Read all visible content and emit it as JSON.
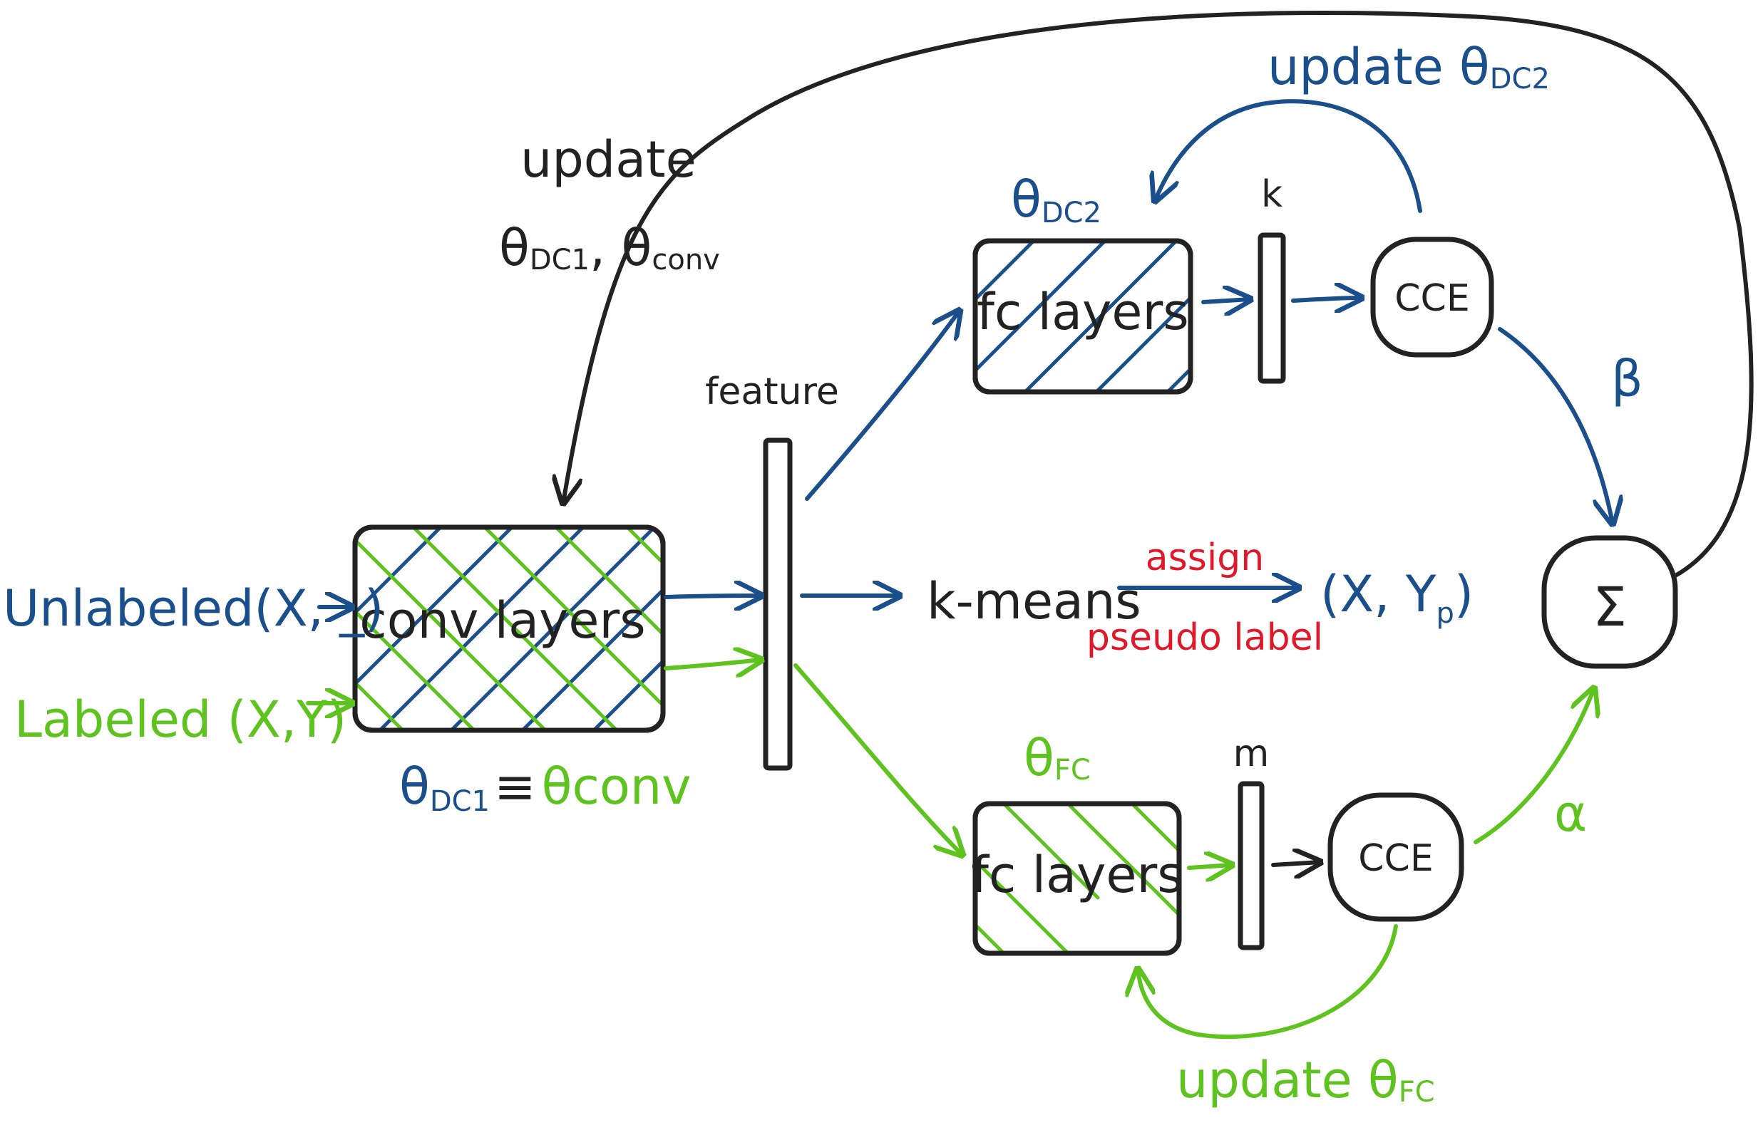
{
  "colors": {
    "ink": "#222222",
    "blue": "#1a4f8c",
    "green": "#5ec21f",
    "red": "#e0192a"
  },
  "inputs": {
    "unlabeled": "Unlabeled(X, _)",
    "labeled": "Labeled (X,Y)"
  },
  "nodes": {
    "conv": "conv layers",
    "feature": "feature",
    "fc_top": "fc layers",
    "fc_bottom": "fc layers",
    "k_label": "k",
    "m_label": "m",
    "cce_top": "CCE",
    "cce_bottom": "CCE",
    "sum": "Σ",
    "kmeans": "k-means",
    "output_pair": "(X, Y",
    "output_pair_sub": "p",
    "output_pair_close": ")"
  },
  "params": {
    "theta": "θ",
    "dc1_sub": "DC1",
    "equiv": "≡",
    "conv_sub": "conv",
    "dc2_sub": "DC2",
    "fc_sub": "FC",
    "beta": "β",
    "alpha": "α"
  },
  "edges": {
    "update_global_line1": "update",
    "update_global_line2": "θ",
    "update_global_dc1_sub": "DC1",
    "update_global_sep": ", θ",
    "update_global_conv_sub": "conv",
    "update_dc2": "update θ",
    "update_dc2_sub": "DC2",
    "update_fc": "update θ",
    "update_fc_sub": "FC",
    "assign": "assign",
    "pseudo_label": "pseudo label"
  }
}
